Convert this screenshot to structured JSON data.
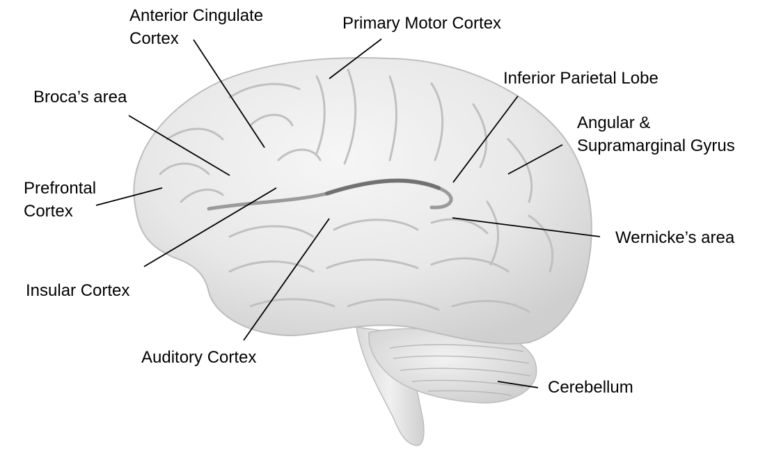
{
  "diagram": {
    "labels": {
      "anterior_cingulate": [
        "Anterior Cingulate",
        "Cortex"
      ],
      "primary_motor": "Primary Motor Cortex",
      "broca": "Broca’s area",
      "inferior_parietal": "Inferior Parietal Lobe",
      "angular_supramarginal": [
        "Angular &",
        "Supramarginal Gyrus"
      ],
      "prefrontal": [
        "Prefrontal",
        "Cortex"
      ],
      "wernicke": "Wernicke’s area",
      "insular": "Insular Cortex",
      "auditory": "Auditory Cortex",
      "cerebellum": "Cerebellum"
    }
  }
}
